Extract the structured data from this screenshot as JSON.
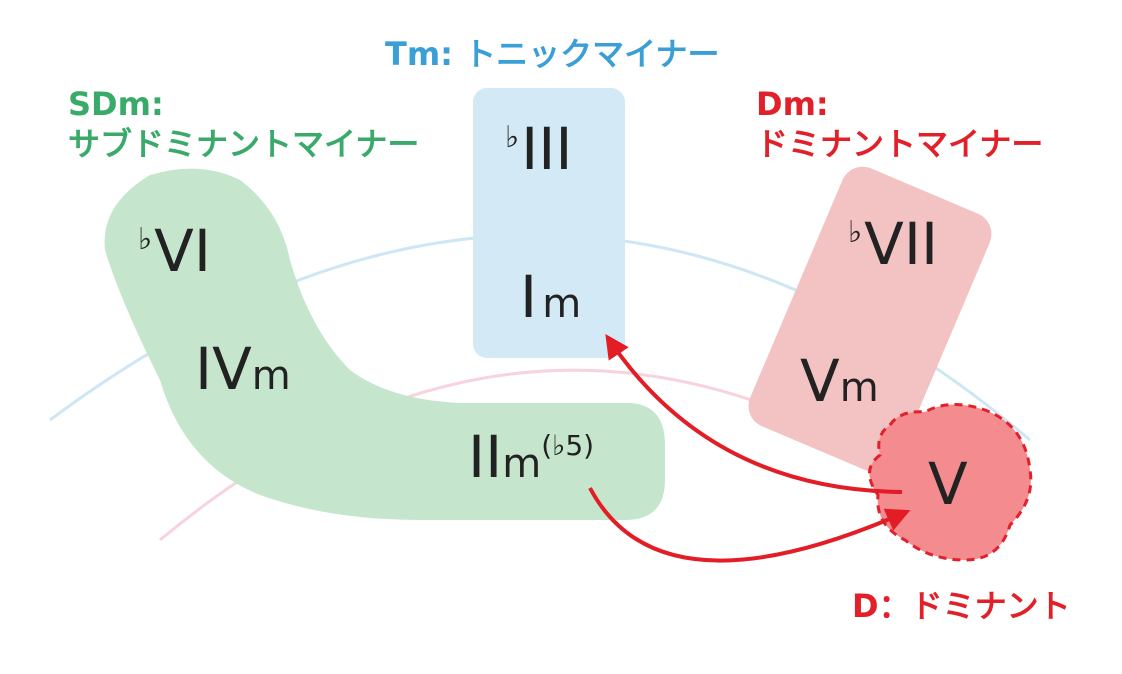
{
  "colors": {
    "sdm": "#3aaa6a",
    "tm": "#3a9fd6",
    "dm": "#e2202a",
    "sdm_fill": "#c5e6cc",
    "tm_fill": "#d3e9f6",
    "dm_fill": "#f3c2c2",
    "d_fill": "#f38b8f",
    "arrow": "#e31d26",
    "text": "#222222"
  },
  "labels": {
    "tm": "Tm: トニックマイナー",
    "sdm_line1": "SDm:",
    "sdm_line2": "サブドミナントマイナー",
    "dm_line1": "Dm:",
    "dm_line2": "ドミナントマイナー",
    "d": "D：ドミナント"
  },
  "chords": {
    "bIII": {
      "flat": "♭",
      "numeral": "III"
    },
    "Im": {
      "numeral": "I",
      "quality": "m"
    },
    "bVI": {
      "flat": "♭",
      "numeral": "VI"
    },
    "IVm": {
      "numeral": "IV",
      "quality": "m"
    },
    "IIm_b5": {
      "numeral": "II",
      "quality": "m",
      "extension": "(♭5)"
    },
    "bVII": {
      "flat": "♭",
      "numeral": "VII"
    },
    "Vm": {
      "numeral": "V",
      "quality": "m"
    },
    "V": {
      "numeral": "V"
    }
  },
  "arrows": [
    {
      "from": "V",
      "to": "Im"
    },
    {
      "from": "IIm_b5",
      "to": "V"
    }
  ]
}
